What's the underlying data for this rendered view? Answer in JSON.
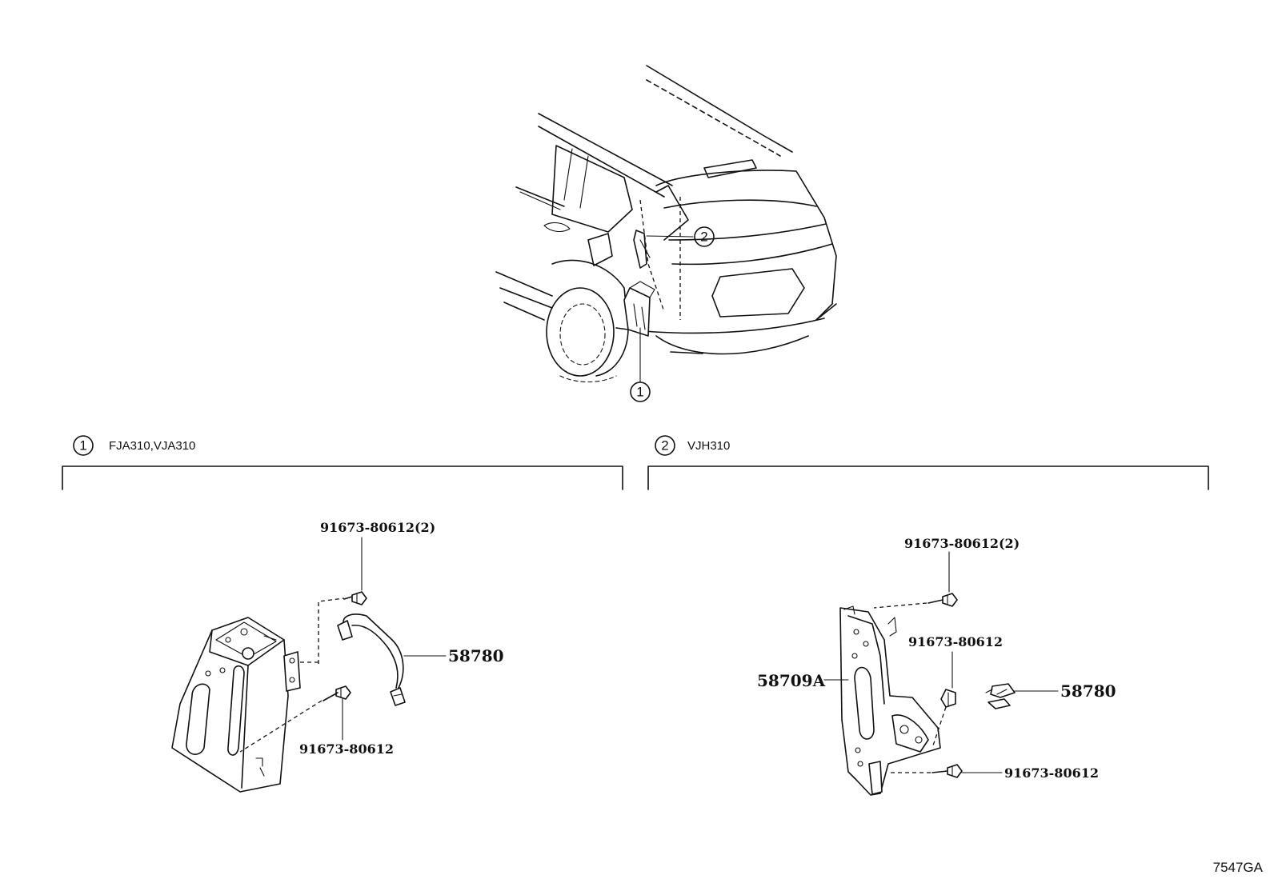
{
  "diagram": {
    "callouts": {
      "marker_1": "1",
      "marker_2": "2"
    },
    "sections": [
      {
        "marker": "1",
        "label": "FJA310,VJA310"
      },
      {
        "marker": "2",
        "label": "VJH310"
      }
    ],
    "left_parts": {
      "bolt_top": "91673-80612(2)",
      "sensor": "58780",
      "bolt_bottom": "91673-80612"
    },
    "right_parts": {
      "bolt_top": "91673-80612(2)",
      "bracket": "58709A",
      "bolt_mid": "91673-80612",
      "sensor": "58780",
      "bolt_bottom": "91673-80612"
    },
    "figure_id": "7547GA"
  }
}
